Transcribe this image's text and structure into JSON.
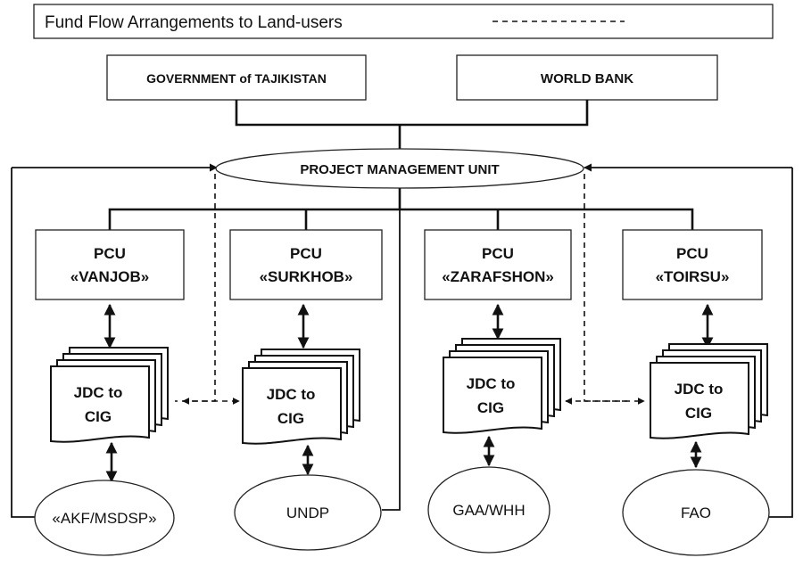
{
  "legend": {
    "title": "Fund Flow Arrangements to Land-users"
  },
  "top": {
    "government": "GOVERNMENT of TAJIKISTAN",
    "world_bank": "WORLD BANK"
  },
  "pmu": "PROJECT MANAGEMENT UNIT",
  "pcus": [
    {
      "line1": "PCU",
      "line2": "«VANJOB»"
    },
    {
      "line1": "PCU",
      "line2": "«SURKHOB»"
    },
    {
      "line1": "PCU",
      "line2": "«ZARAFSHON»"
    },
    {
      "line1": "PCU",
      "line2": "«TOIRSU»"
    }
  ],
  "jdc": {
    "line1": "JDC to",
    "line2": "CIG"
  },
  "partners": [
    "«AKF/MSDSP»",
    "UNDP",
    "GAA/WHH",
    "FAO"
  ]
}
